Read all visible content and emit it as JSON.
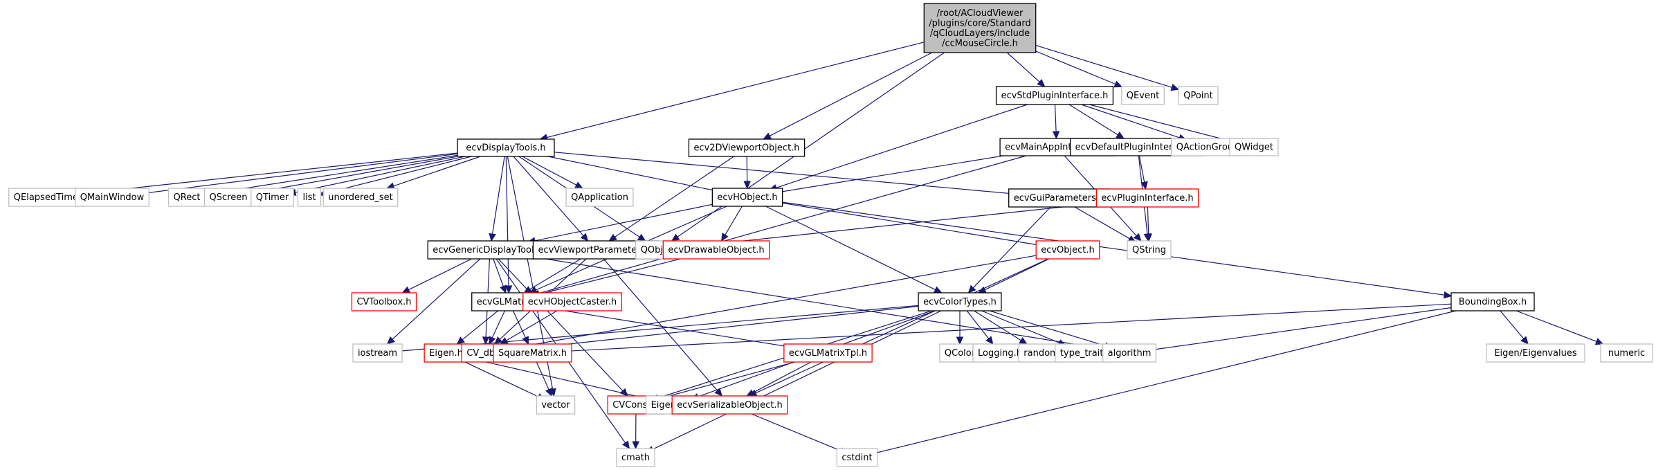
{
  "diagram": {
    "type": "include-dependency-graph",
    "colors": {
      "edge": "#191970",
      "root_fill": "#bfbfbf",
      "root_border": "#000000",
      "documented_border": "#000000",
      "truncated_border": "#ff0000",
      "external_border": "#bfbfbf",
      "node_fill": "#ffffff"
    },
    "nodes": [
      {
        "id": "root",
        "label_lines": [
          "/root/ACloudViewer",
          "/plugins/core/Standard",
          "/qCloudLayers/include",
          "/ccMouseCircle.h"
        ],
        "kind": "root"
      },
      {
        "id": "ecvDisplayTools",
        "label_lines": [
          "ecvDisplayTools.h"
        ],
        "kind": "documented"
      },
      {
        "id": "ecv2DViewportObject",
        "label_lines": [
          "ecv2DViewportObject.h"
        ],
        "kind": "documented"
      },
      {
        "id": "ecvStdPluginInterface",
        "label_lines": [
          "ecvStdPluginInterface.h"
        ],
        "kind": "documented"
      },
      {
        "id": "QEvent",
        "label_lines": [
          "QEvent"
        ],
        "kind": "external"
      },
      {
        "id": "QPoint",
        "label_lines": [
          "QPoint"
        ],
        "kind": "external"
      },
      {
        "id": "ecvMainAppInterface",
        "label_lines": [
          "ecvMainAppInterface.h"
        ],
        "kind": "documented"
      },
      {
        "id": "ecvDefaultPluginInterface",
        "label_lines": [
          "ecvDefaultPluginInterface.h"
        ],
        "kind": "documented"
      },
      {
        "id": "QActionGroup",
        "label_lines": [
          "QActionGroup"
        ],
        "kind": "external"
      },
      {
        "id": "QWidget",
        "label_lines": [
          "QWidget"
        ],
        "kind": "external"
      },
      {
        "id": "QElapsedTimer",
        "label_lines": [
          "QElapsedTimer"
        ],
        "kind": "external"
      },
      {
        "id": "QMainWindow",
        "label_lines": [
          "QMainWindow"
        ],
        "kind": "external"
      },
      {
        "id": "QRect",
        "label_lines": [
          "QRect"
        ],
        "kind": "external"
      },
      {
        "id": "QScreen",
        "label_lines": [
          "QScreen"
        ],
        "kind": "external"
      },
      {
        "id": "QTimer",
        "label_lines": [
          "QTimer"
        ],
        "kind": "external"
      },
      {
        "id": "list",
        "label_lines": [
          "list"
        ],
        "kind": "external"
      },
      {
        "id": "unordered_set",
        "label_lines": [
          "unordered_set"
        ],
        "kind": "external"
      },
      {
        "id": "QApplication",
        "label_lines": [
          "QApplication"
        ],
        "kind": "external"
      },
      {
        "id": "ecvHObject",
        "label_lines": [
          "ecvHObject.h"
        ],
        "kind": "documented"
      },
      {
        "id": "ecvGuiParameters",
        "label_lines": [
          "ecvGuiParameters.h"
        ],
        "kind": "documented"
      },
      {
        "id": "ecvPluginInterface",
        "label_lines": [
          "ecvPluginInterface.h"
        ],
        "kind": "truncated"
      },
      {
        "id": "ecvGenericDisplayTools",
        "label_lines": [
          "ecvGenericDisplayTools.h"
        ],
        "kind": "documented"
      },
      {
        "id": "ecvViewportParameters",
        "label_lines": [
          "ecvViewportParameters.h"
        ],
        "kind": "documented"
      },
      {
        "id": "QObject",
        "label_lines": [
          "QObject"
        ],
        "kind": "external"
      },
      {
        "id": "ecvDrawableObject",
        "label_lines": [
          "ecvDrawableObject.h"
        ],
        "kind": "truncated"
      },
      {
        "id": "ecvObject",
        "label_lines": [
          "ecvObject.h"
        ],
        "kind": "truncated"
      },
      {
        "id": "QString",
        "label_lines": [
          "QString"
        ],
        "kind": "external"
      },
      {
        "id": "CVToolbox",
        "label_lines": [
          "CVToolbox.h"
        ],
        "kind": "truncated"
      },
      {
        "id": "ecvGLMatrix",
        "label_lines": [
          "ecvGLMatrix.h"
        ],
        "kind": "documented"
      },
      {
        "id": "ecvHObjectCaster",
        "label_lines": [
          "ecvHObjectCaster.h"
        ],
        "kind": "truncated"
      },
      {
        "id": "ecvColorTypes",
        "label_lines": [
          "ecvColorTypes.h"
        ],
        "kind": "documented"
      },
      {
        "id": "BoundingBox",
        "label_lines": [
          "BoundingBox.h"
        ],
        "kind": "documented"
      },
      {
        "id": "iostream",
        "label_lines": [
          "iostream"
        ],
        "kind": "external"
      },
      {
        "id": "Eigen",
        "label_lines": [
          "Eigen.h"
        ],
        "kind": "truncated"
      },
      {
        "id": "CV_db",
        "label_lines": [
          "CV_db.h"
        ],
        "kind": "truncated"
      },
      {
        "id": "SquareMatrix",
        "label_lines": [
          "SquareMatrix.h"
        ],
        "kind": "truncated"
      },
      {
        "id": "ecvGLMatrixTpl",
        "label_lines": [
          "ecvGLMatrixTpl.h"
        ],
        "kind": "truncated"
      },
      {
        "id": "QColor",
        "label_lines": [
          "QColor"
        ],
        "kind": "external"
      },
      {
        "id": "Logging",
        "label_lines": [
          "Logging.h"
        ],
        "kind": "external"
      },
      {
        "id": "random",
        "label_lines": [
          "random"
        ],
        "kind": "external"
      },
      {
        "id": "type_traits",
        "label_lines": [
          "type_traits"
        ],
        "kind": "external"
      },
      {
        "id": "algorithm",
        "label_lines": [
          "algorithm"
        ],
        "kind": "external"
      },
      {
        "id": "EigenEigenvalues",
        "label_lines": [
          "Eigen/Eigenvalues"
        ],
        "kind": "external"
      },
      {
        "id": "numeric",
        "label_lines": [
          "numeric"
        ],
        "kind": "external"
      },
      {
        "id": "vector",
        "label_lines": [
          "vector"
        ],
        "kind": "external"
      },
      {
        "id": "CVConst",
        "label_lines": [
          "CVConst.h"
        ],
        "kind": "truncated"
      },
      {
        "id": "EigenCore",
        "label_lines": [
          "Eigen/Core"
        ],
        "kind": "external"
      },
      {
        "id": "ecvSerializableObject",
        "label_lines": [
          "ecvSerializableObject.h"
        ],
        "kind": "truncated"
      },
      {
        "id": "cmath",
        "label_lines": [
          "cmath"
        ],
        "kind": "external"
      },
      {
        "id": "cstdint",
        "label_lines": [
          "cstdint"
        ],
        "kind": "external"
      }
    ],
    "edges": [
      {
        "from": "root",
        "to": "ecvDisplayTools"
      },
      {
        "from": "root",
        "to": "ecv2DViewportObject"
      },
      {
        "from": "root",
        "to": "QObject"
      },
      {
        "from": "root",
        "to": "ecvStdPluginInterface"
      },
      {
        "from": "root",
        "to": "QEvent"
      },
      {
        "from": "root",
        "to": "QPoint"
      },
      {
        "from": "ecvDisplayTools",
        "to": "QElapsedTimer"
      },
      {
        "from": "ecvDisplayTools",
        "to": "QMainWindow"
      },
      {
        "from": "ecvDisplayTools",
        "to": "QRect"
      },
      {
        "from": "ecvDisplayTools",
        "to": "QScreen"
      },
      {
        "from": "ecvDisplayTools",
        "to": "QTimer"
      },
      {
        "from": "ecvDisplayTools",
        "to": "list"
      },
      {
        "from": "ecvDisplayTools",
        "to": "unordered_set"
      },
      {
        "from": "ecvDisplayTools",
        "to": "QApplication"
      },
      {
        "from": "ecvDisplayTools",
        "to": "QObject"
      },
      {
        "from": "ecvDisplayTools",
        "to": "ecvHObject"
      },
      {
        "from": "ecvDisplayTools",
        "to": "ecvGuiParameters"
      },
      {
        "from": "ecvDisplayTools",
        "to": "ecvGenericDisplayTools"
      },
      {
        "from": "ecvDisplayTools",
        "to": "ecvViewportParameters"
      },
      {
        "from": "ecvDisplayTools",
        "to": "ecvGLMatrix"
      },
      {
        "from": "ecvDisplayTools",
        "to": "vector"
      },
      {
        "from": "ecv2DViewportObject",
        "to": "ecvHObject"
      },
      {
        "from": "ecv2DViewportObject",
        "to": "ecvViewportParameters"
      },
      {
        "from": "ecvStdPluginInterface",
        "to": "ecvMainAppInterface"
      },
      {
        "from": "ecvStdPluginInterface",
        "to": "ecvDefaultPluginInterface"
      },
      {
        "from": "ecvStdPluginInterface",
        "to": "QActionGroup"
      },
      {
        "from": "ecvStdPluginInterface",
        "to": "QWidget"
      },
      {
        "from": "ecvStdPluginInterface",
        "to": "ecvHObject"
      },
      {
        "from": "ecvMainAppInterface",
        "to": "ecvHObject"
      },
      {
        "from": "ecvMainAppInterface",
        "to": "QString"
      },
      {
        "from": "ecvMainAppInterface",
        "to": "ecvGLMatrix"
      },
      {
        "from": "ecvDefaultPluginInterface",
        "to": "ecvPluginInterface"
      },
      {
        "from": "ecvDefaultPluginInterface",
        "to": "QString"
      },
      {
        "from": "ecvPluginInterface",
        "to": "QString"
      },
      {
        "from": "ecvPluginInterface",
        "to": "QObject"
      },
      {
        "from": "ecvGuiParameters",
        "to": "QString"
      },
      {
        "from": "ecvGuiParameters",
        "to": "ecvColorTypes"
      },
      {
        "from": "ecvHObject",
        "to": "ecvGenericDisplayTools"
      },
      {
        "from": "ecvHObject",
        "to": "ecvDrawableObject"
      },
      {
        "from": "ecvHObject",
        "to": "ecvObject"
      },
      {
        "from": "ecvHObject",
        "to": "ecvColorTypes"
      },
      {
        "from": "ecvHObject",
        "to": "BoundingBox"
      },
      {
        "from": "ecvHObject",
        "to": "ecvGLMatrix"
      },
      {
        "from": "ecvDrawableObject",
        "to": "ecvGLMatrix"
      },
      {
        "from": "ecvObject",
        "to": "ecvColorTypes"
      },
      {
        "from": "ecvObject",
        "to": "CV_db"
      },
      {
        "from": "ecvObject",
        "to": "ecvSerializableObject"
      },
      {
        "from": "ecvGenericDisplayTools",
        "to": "CVToolbox"
      },
      {
        "from": "ecvGenericDisplayTools",
        "to": "ecvGLMatrix"
      },
      {
        "from": "ecvGenericDisplayTools",
        "to": "iostream"
      },
      {
        "from": "ecvGenericDisplayTools",
        "to": "CV_db"
      },
      {
        "from": "ecvGenericDisplayTools",
        "to": "CVConst"
      },
      {
        "from": "ecvGenericDisplayTools",
        "to": "cmath"
      },
      {
        "from": "ecvGenericDisplayTools",
        "to": "algorithm"
      },
      {
        "from": "ecvViewportParameters",
        "to": "ecvGLMatrix"
      },
      {
        "from": "ecvViewportParameters",
        "to": "CV_db"
      },
      {
        "from": "ecvViewportParameters",
        "to": "ecvSerializableObject"
      },
      {
        "from": "ecvGLMatrix",
        "to": "Eigen"
      },
      {
        "from": "ecvGLMatrix",
        "to": "CV_db"
      },
      {
        "from": "ecvGLMatrix",
        "to": "SquareMatrix"
      },
      {
        "from": "ecvGLMatrix",
        "to": "ecvGLMatrixTpl"
      },
      {
        "from": "ecvHObjectCaster",
        "to": "CV_db"
      },
      {
        "from": "ecvColorTypes",
        "to": "CV_db"
      },
      {
        "from": "ecvColorTypes",
        "to": "iostream"
      },
      {
        "from": "ecvColorTypes",
        "to": "QColor"
      },
      {
        "from": "ecvColorTypes",
        "to": "Logging"
      },
      {
        "from": "ecvColorTypes",
        "to": "random"
      },
      {
        "from": "ecvColorTypes",
        "to": "type_traits"
      },
      {
        "from": "ecvColorTypes",
        "to": "algorithm"
      },
      {
        "from": "ecvColorTypes",
        "to": "CVConst"
      },
      {
        "from": "ecvColorTypes",
        "to": "EigenCore"
      },
      {
        "from": "ecvColorTypes",
        "to": "cmath"
      },
      {
        "from": "BoundingBox",
        "to": "SquareMatrix"
      },
      {
        "from": "BoundingBox",
        "to": "algorithm"
      },
      {
        "from": "BoundingBox",
        "to": "EigenEigenvalues"
      },
      {
        "from": "BoundingBox",
        "to": "numeric"
      },
      {
        "from": "BoundingBox",
        "to": "cstdint"
      },
      {
        "from": "Eigen",
        "to": "vector"
      },
      {
        "from": "Eigen",
        "to": "EigenCore"
      },
      {
        "from": "SquareMatrix",
        "to": "vector"
      },
      {
        "from": "ecvGLMatrixTpl",
        "to": "CVConst"
      },
      {
        "from": "ecvGLMatrixTpl",
        "to": "ecvSerializableObject"
      },
      {
        "from": "CVConst",
        "to": "cmath"
      },
      {
        "from": "ecvSerializableObject",
        "to": "cstdint"
      }
    ]
  }
}
